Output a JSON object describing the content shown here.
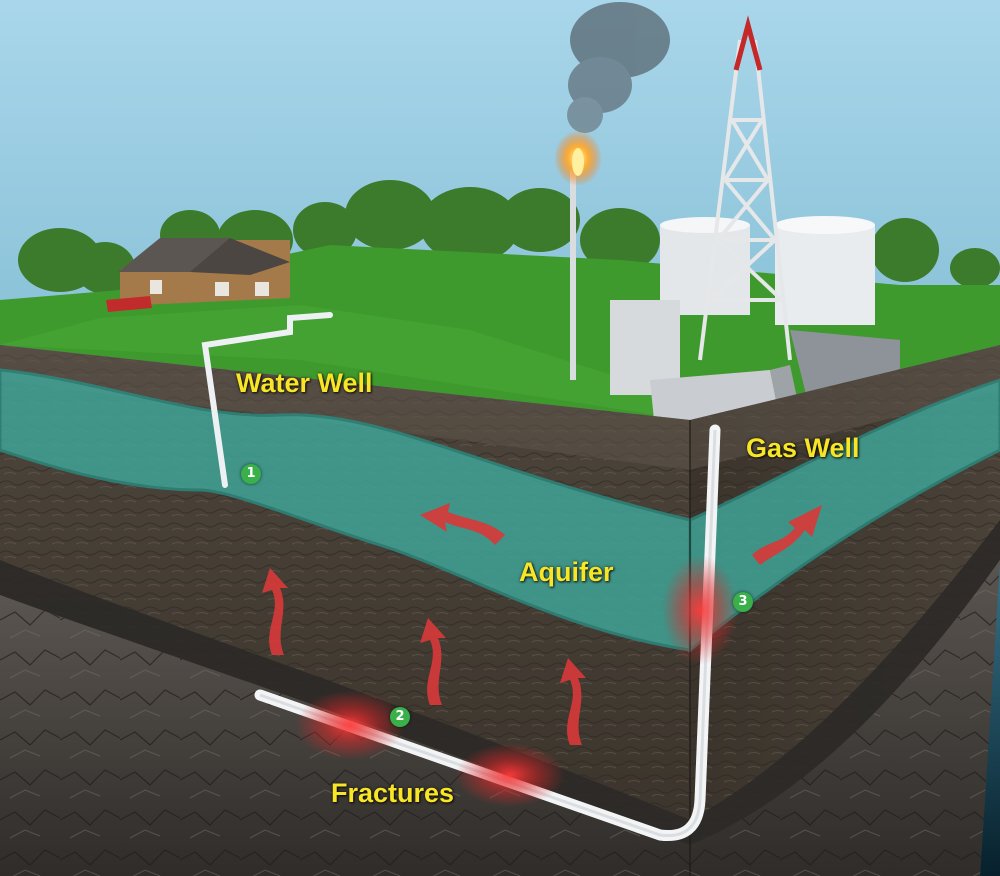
{
  "labels": {
    "water_well": "Water Well",
    "gas_well": "Gas Well",
    "aquifer": "Aquifer",
    "fractures": "Fractures"
  },
  "markers": [
    "1",
    "2",
    "3"
  ],
  "colors": {
    "label_text": "#f7e526",
    "marker_fill": "#39b04a",
    "aquifer": "#3fa79a",
    "arrow": "#d63a3a",
    "sky_top": "#a8d4e8",
    "sky_bottom": "#0d2b3a",
    "grass": "#3f9a2e"
  }
}
